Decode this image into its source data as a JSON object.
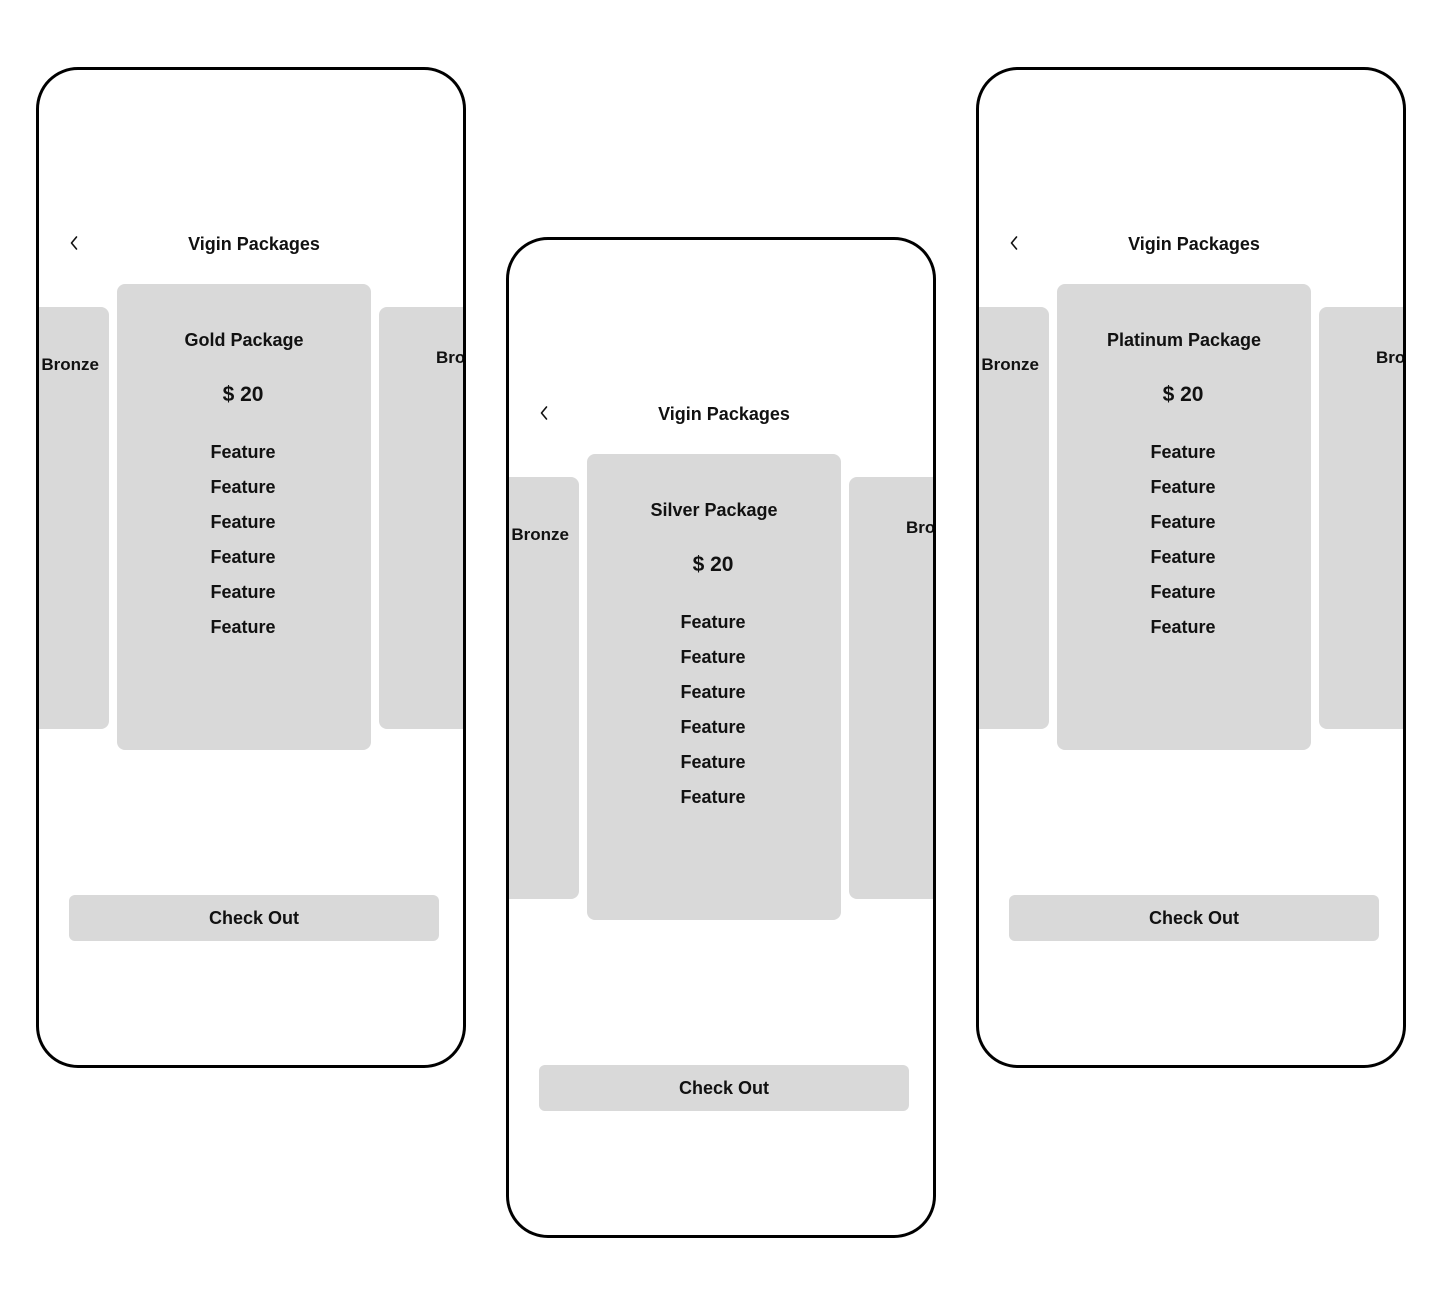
{
  "phones": [
    {
      "title": "Vigin Packages",
      "left_card_label": "Bronze",
      "right_card_label": "Bronze",
      "package": {
        "name": "Gold Package",
        "price": "$ 20",
        "features": [
          "Feature",
          "Feature",
          "Feature",
          "Feature",
          "Feature",
          "Feature"
        ]
      },
      "checkout_label": "Check Out"
    },
    {
      "title": "Vigin Packages",
      "left_card_label": "Bronze",
      "right_card_label": "Bronze",
      "package": {
        "name": "Silver Package",
        "price": "$ 20",
        "features": [
          "Feature",
          "Feature",
          "Feature",
          "Feature",
          "Feature",
          "Feature"
        ]
      },
      "checkout_label": "Check Out"
    },
    {
      "title": "Vigin Packages",
      "left_card_label": "Bronze",
      "right_card_label": "Bronze",
      "package": {
        "name": "Platinum Package",
        "price": "$ 20",
        "features": [
          "Feature",
          "Feature",
          "Feature",
          "Feature",
          "Feature",
          "Feature"
        ]
      },
      "checkout_label": "Check Out"
    }
  ],
  "icons": {
    "back": "chevron-left-icon"
  },
  "colors": {
    "card_background": "#d9d9d9",
    "frame_border": "#000000",
    "text": "#111111"
  }
}
